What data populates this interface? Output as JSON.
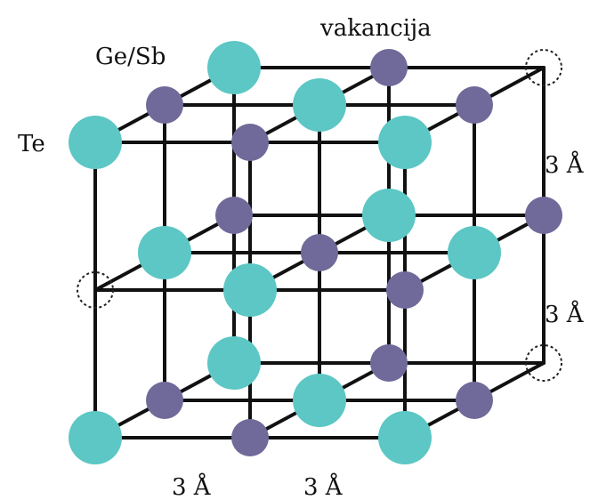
{
  "labels": {
    "vacancy": "vakancija",
    "gesb": "Ge/Sb",
    "te": "Te",
    "spacing_right_top": "3 Å",
    "spacing_right_bottom": "3 Å",
    "spacing_bottom_left": "3 Å",
    "spacing_bottom_right": "3 Å"
  },
  "colors": {
    "te_atom": "#5cc7c4",
    "gesb_atom": "#6f6a99",
    "bond": "#111111",
    "vacancy_ring": "#222222"
  }
}
